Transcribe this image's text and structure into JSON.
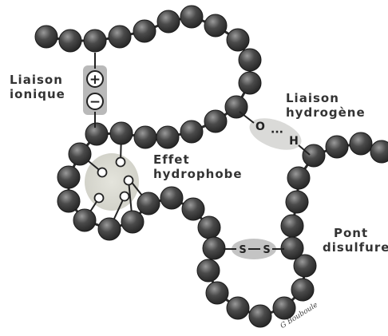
{
  "colors": {
    "bead": "#3f3f3f",
    "bead_highlight": "#8a8a8a",
    "bead_outline": "#1a1a1a",
    "chain": "#2a2a2a",
    "ionic_box": "#b9b9b9",
    "halo": "#dcdcd2",
    "text": "#333333"
  },
  "labels": {
    "ionic_line1": "Liaison",
    "ionic_line2": "ionique",
    "hydrogen_line1": "Liaison",
    "hydrogen_line2": "hydrogène",
    "hydrophobic_line1": "Effet",
    "hydrophobic_line2": "hydrophobe",
    "disulfide_line1": "Pont",
    "disulfide_line2": "disulfure"
  },
  "bond_text": {
    "plus": "+",
    "minus": "−",
    "oxygen": "O",
    "hydrogen": "H",
    "sulfur_left": "S",
    "sulfur_right": "S",
    "h_dots": "···"
  },
  "signature": "G Bouboule",
  "icons": {
    "chain": "bead-chain",
    "ionic": "charge-pair-icon",
    "hydrogen": "hydrogen-bond-icon",
    "hydrophobic": "hydrophobic-cluster-icon",
    "disulfide": "disulfide-bridge-icon"
  }
}
